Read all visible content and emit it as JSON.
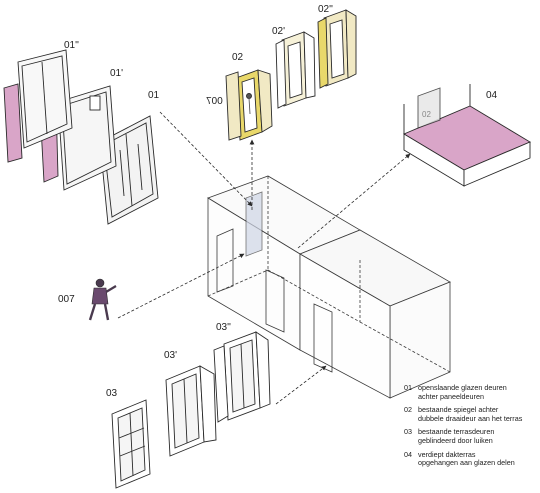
{
  "labels": {
    "l01": "01",
    "l01p": "01'",
    "l01pp": "01''",
    "l02": "02",
    "l02p": "02'",
    "l02pp": "02''",
    "l03": "03",
    "l03p": "03'",
    "l03pp": "03''",
    "l04": "04",
    "l007": "007",
    "l007_mirror": "007",
    "l02_badge": "02"
  },
  "legend": [
    {
      "num": "01",
      "lines": [
        "openslaande glazen deuren",
        "achter paneeldeuren"
      ]
    },
    {
      "num": "02",
      "lines": [
        "bestaande spiegel achter",
        "dubbele draaideur aan het terras"
      ]
    },
    {
      "num": "03",
      "lines": [
        "bestaande terrasdeuren",
        "geblindeerd door luiken"
      ]
    },
    {
      "num": "04",
      "lines": [
        "verdiept dakterras",
        "opgehangen aan glazen delen"
      ]
    }
  ],
  "colors": {
    "line": "#2a2a2a",
    "pink": "#d9a5c8",
    "yellow": "#e9d86a",
    "cream": "#f1e9c4",
    "glass": "#cfd6e6"
  }
}
